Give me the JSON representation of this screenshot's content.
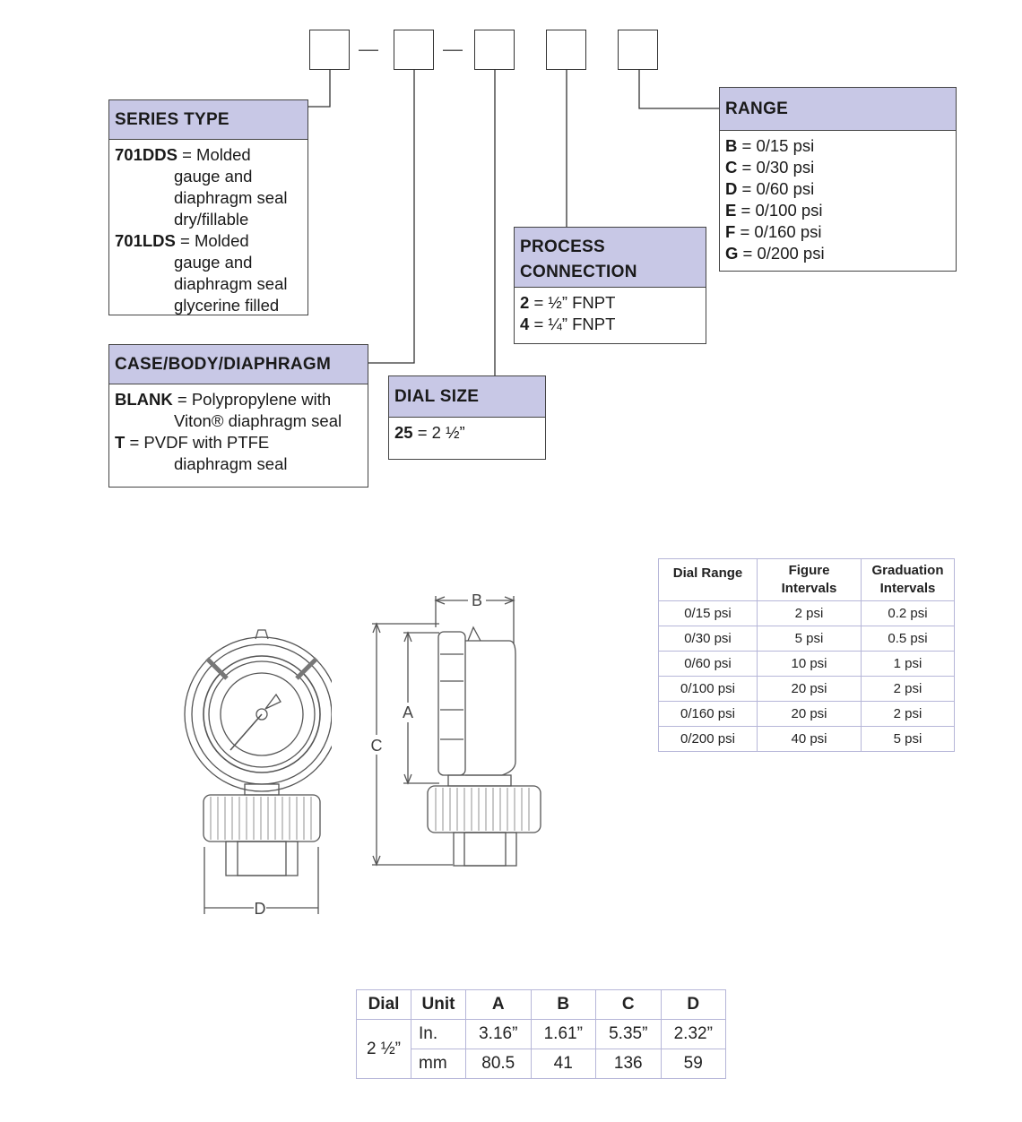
{
  "code_separators": [
    "—",
    "—"
  ],
  "series_type": {
    "title": "SERIES TYPE",
    "items": [
      {
        "code": "701DDS",
        "eq": "=",
        "lines": [
          "Molded",
          "gauge and",
          "diaphragm seal",
          "dry/fillable"
        ]
      },
      {
        "code": "701LDS",
        "eq": "=",
        "lines": [
          "Molded",
          "gauge and",
          "diaphragm seal",
          "glycerine filled"
        ]
      }
    ]
  },
  "case_body": {
    "title": "CASE/BODY/DIAPHRAGM",
    "items": [
      {
        "code": "BLANK",
        "eq": "=",
        "lines": [
          "Polypropylene with",
          "Viton® diaphragm seal"
        ]
      },
      {
        "code": "T",
        "eq": "=",
        "lines": [
          "PVDF with PTFE",
          "diaphragm seal"
        ]
      }
    ]
  },
  "dial_size": {
    "title": "DIAL SIZE",
    "items": [
      {
        "code": "25",
        "eq": "=",
        "text": "2 ½”"
      }
    ]
  },
  "process_connection": {
    "title_line1": "PROCESS",
    "title_line2": "CONNECTION",
    "items": [
      {
        "code": "2",
        "eq": "=",
        "text": "½” FNPT"
      },
      {
        "code": "4",
        "eq": "=",
        "text": "¼” FNPT"
      }
    ]
  },
  "range": {
    "title": "RANGE",
    "items": [
      {
        "code": "B",
        "eq": "=",
        "text": "0/15 psi"
      },
      {
        "code": "C",
        "eq": "=",
        "text": "0/30 psi"
      },
      {
        "code": "D",
        "eq": "=",
        "text": "0/60 psi"
      },
      {
        "code": "E",
        "eq": "=",
        "text": "0/100 psi"
      },
      {
        "code": "F",
        "eq": "=",
        "text": "0/160 psi"
      },
      {
        "code": "G",
        "eq": "=",
        "text": "0/200 psi"
      }
    ]
  },
  "drawing_labels": {
    "a": "A",
    "b": "B",
    "c": "C",
    "d": "D"
  },
  "interval_table": {
    "headers": [
      [
        "Dial Range"
      ],
      [
        "Figure",
        "Intervals"
      ],
      [
        "Graduation",
        "Intervals"
      ]
    ],
    "rows": [
      [
        "0/15 psi",
        "2 psi",
        "0.2 psi"
      ],
      [
        "0/30 psi",
        "5 psi",
        "0.5 psi"
      ],
      [
        "0/60 psi",
        "10 psi",
        "1 psi"
      ],
      [
        "0/100 psi",
        "20 psi",
        "2 psi"
      ],
      [
        "0/160 psi",
        "20 psi",
        "2 psi"
      ],
      [
        "0/200 psi",
        "40 psi",
        "5 psi"
      ]
    ]
  },
  "dimension_table": {
    "headers": [
      "Dial",
      "Unit",
      "A",
      "B",
      "C",
      "D"
    ],
    "dial": "2 ½”",
    "rows": [
      {
        "unit": "In.",
        "values": [
          "3.16”",
          "1.61”",
          "5.35”",
          "2.32”"
        ]
      },
      {
        "unit": "mm",
        "values": [
          "80.5",
          "41",
          "136",
          "59"
        ]
      }
    ]
  }
}
